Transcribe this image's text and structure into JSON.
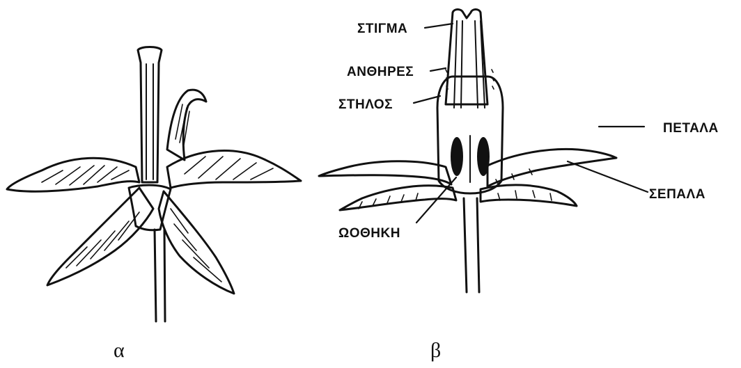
{
  "figure_a": {
    "caption": "α"
  },
  "figure_b": {
    "caption": "β",
    "labels": {
      "stigma": "ΣΤΙΓΜΑ",
      "anthers": "ΑΝΘΗΡΕΣ",
      "style": "ΣΤΗΛΟΣ",
      "petals": "ΠΕΤΑΛΑ",
      "sepals": "ΣΕΠΑΛΑ",
      "ovary": "ΩΟΘΗΚΗ"
    }
  }
}
